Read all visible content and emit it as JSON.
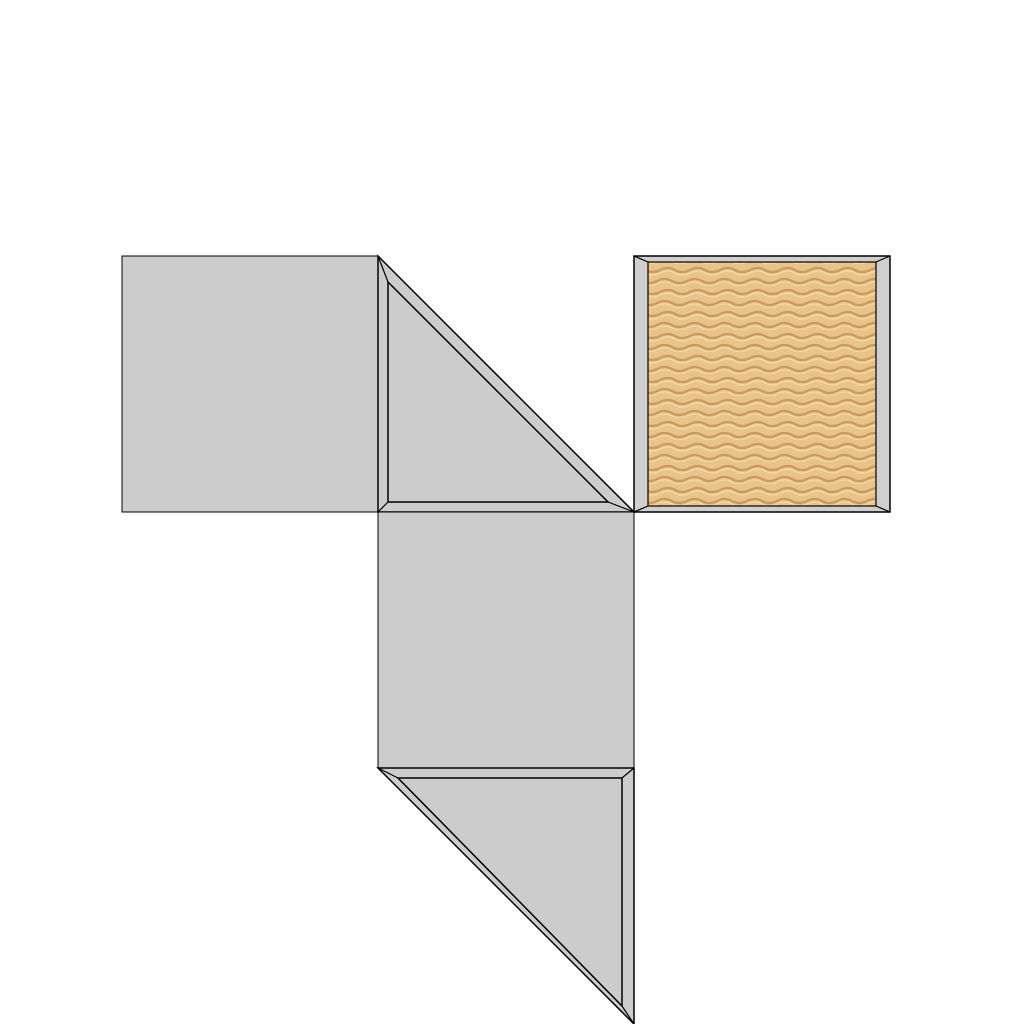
{
  "diagram": {
    "kind": "prism net",
    "faces": [
      {
        "name": "left-square-face",
        "shape": "square",
        "frame": "none",
        "fill": "gray"
      },
      {
        "name": "upper-triangle-face",
        "shape": "triangle",
        "frame": "beveled",
        "fill": "gray"
      },
      {
        "name": "textured-square-face",
        "shape": "square",
        "frame": "beveled",
        "fill": "sand-texture"
      },
      {
        "name": "center-square-face",
        "shape": "square",
        "frame": "none",
        "fill": "gray"
      },
      {
        "name": "lower-triangle-face",
        "shape": "triangle",
        "frame": "beveled",
        "fill": "gray"
      }
    ]
  },
  "colors": {
    "face_gray": "#cccccc",
    "bevel_gray": "#cfcfcf",
    "outline": "#000000",
    "sand_base": "#e8c48a",
    "sand_light": "#f2d9a8",
    "sand_dark": "#c99a5b",
    "background": "#ffffff"
  }
}
